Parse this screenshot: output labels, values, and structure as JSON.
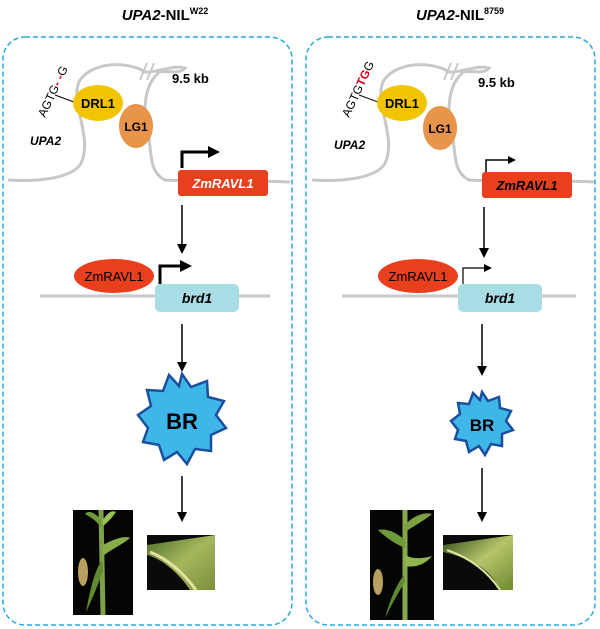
{
  "panels": [
    {
      "id": "w22",
      "title_italic": "UPA2",
      "title_plain": "-NIL",
      "title_sup": "W22",
      "seq_prefix": "AGTG",
      "seq_insert": "- -",
      "seq_suffix": "G",
      "upa2_label": "UPA2",
      "drl1_label": "DRL1",
      "lg1_label": "LG1",
      "distance_label": "9.5 kb",
      "zmravl1_gene_label": "ZmRAVL1",
      "zmravl1_protein_label": "ZmRAVL1",
      "brd1_label": "brd1",
      "br_label": "BR",
      "expression_level": "high"
    },
    {
      "id": "8759",
      "title_italic": "UPA2",
      "title_plain": "-NIL",
      "title_sup": "8759",
      "seq_prefix": "AGTG",
      "seq_insert": "TG",
      "seq_suffix": "G",
      "upa2_label": "UPA2",
      "drl1_label": "DRL1",
      "lg1_label": "LG1",
      "distance_label": "9.5 kb",
      "zmravl1_gene_label": "ZmRAVL1",
      "zmravl1_protein_label": "ZmRAVL1",
      "brd1_label": "brd1",
      "br_label": "BR",
      "expression_level": "low"
    }
  ],
  "colors": {
    "border_dashed": "#29a8e0",
    "dna_line": "#c8c8c8",
    "drl1": "#f2c400",
    "lg1": "#e8944a",
    "zmravl1_gene": "#e8401c",
    "zmravl1_protein": "#e8401c",
    "brd1": "#a8dde6",
    "br_fill": "#3fb6e8",
    "br_stroke": "#1a4fa0",
    "insert_red": "#e0001a"
  }
}
